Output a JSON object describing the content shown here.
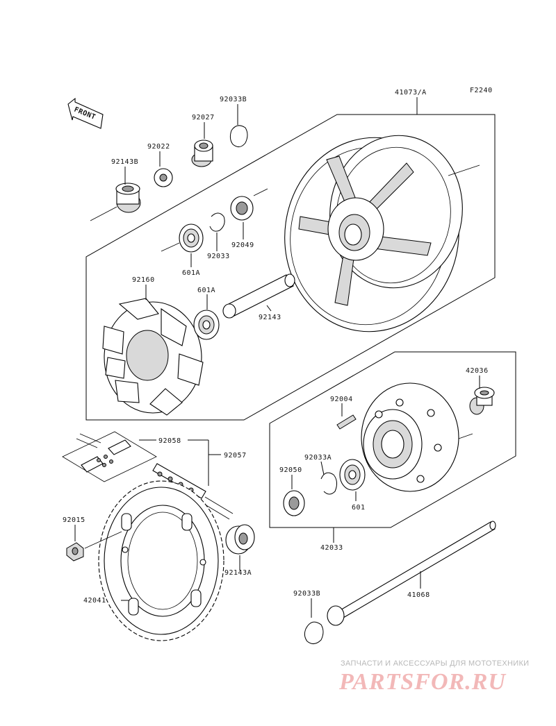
{
  "figure_code": "F2240",
  "front_arrow": "FRONT",
  "parts": {
    "wheel": "41073/A",
    "collar_left": "92143B",
    "collar_spacer": "92022",
    "sleeve": "92027",
    "circlip_top": "92033B",
    "bearing_left": "601A",
    "circlip_mid": "92033",
    "oil_seal": "92049",
    "damper": "92160",
    "bearing_inner": "601A",
    "axle_collar": "92143",
    "coupling_collar": "42036",
    "stud": "92004",
    "circlip_a": "92033A",
    "seal_coupling": "92050",
    "bearing_coupling": "601",
    "coupling": "42033",
    "chain_joint": "92058",
    "chain": "92057",
    "nut": "92015",
    "collar_a": "92143A",
    "sprocket": "42041",
    "circlip_bottom": "92033B",
    "axle": "41068"
  },
  "watermark": {
    "tagline": "ЗАПЧАСТИ И АКСЕССУАРЫ ДЛЯ МОТОТЕХНИКИ",
    "logo": "PARTSFOR.RU"
  }
}
